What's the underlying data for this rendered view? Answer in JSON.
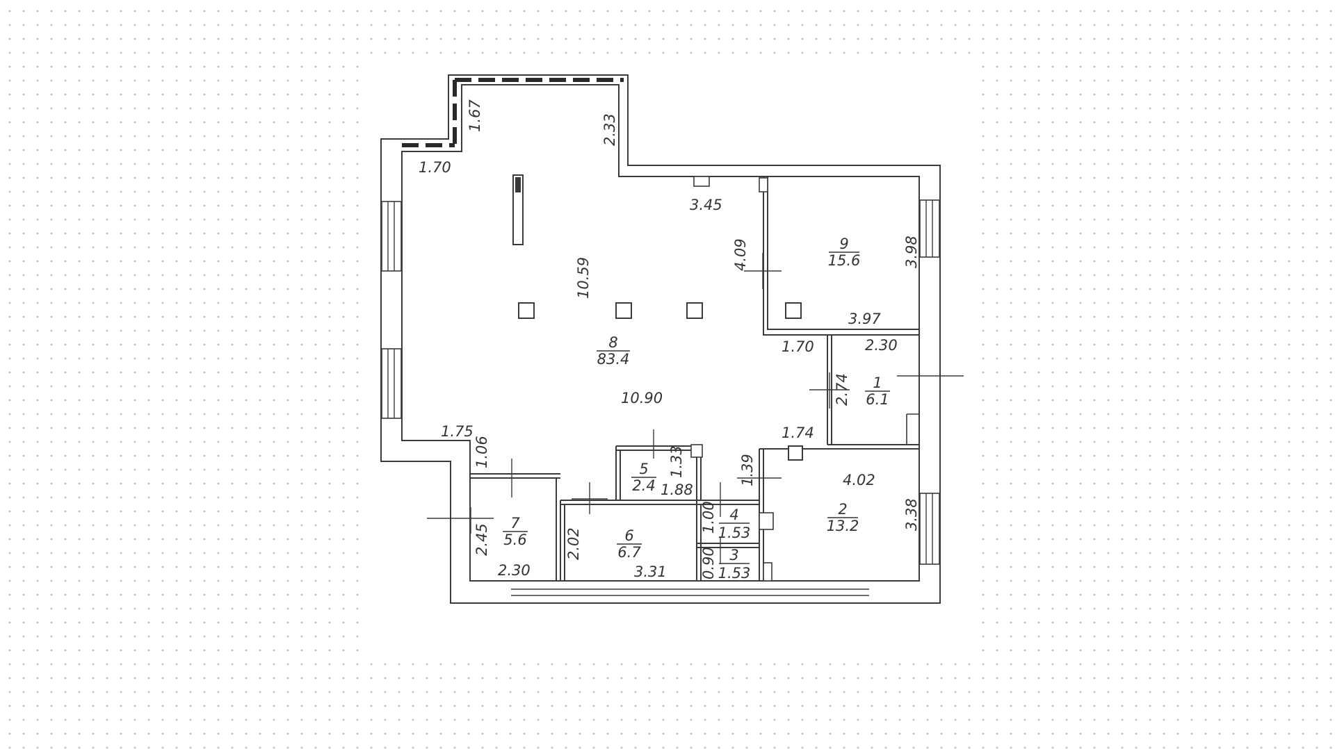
{
  "rooms": [
    {
      "number": "8",
      "area": "83.4"
    },
    {
      "number": "9",
      "area": "15.6"
    },
    {
      "number": "1",
      "area": "6.1"
    },
    {
      "number": "2",
      "area": "13.2"
    },
    {
      "number": "5",
      "area": "2.4"
    },
    {
      "number": "7",
      "area": "5.6"
    },
    {
      "number": "6",
      "area": "6.7"
    },
    {
      "number": "4",
      "area": "1.53"
    },
    {
      "number": "3",
      "area": "1.53"
    }
  ],
  "dimensions": [
    "1.70",
    "1.67",
    "2.33",
    "3.45",
    "10.59",
    "4.09",
    "3.98",
    "3.97",
    "1.70",
    "2.30",
    "2.74",
    "10.90",
    "1.75",
    "1.06",
    "1.74",
    "1.33",
    "1.88",
    "1.39",
    "4.02",
    "3.38",
    "2.45",
    "2.30",
    "2.02",
    "3.31",
    "1.00",
    "0.90"
  ]
}
